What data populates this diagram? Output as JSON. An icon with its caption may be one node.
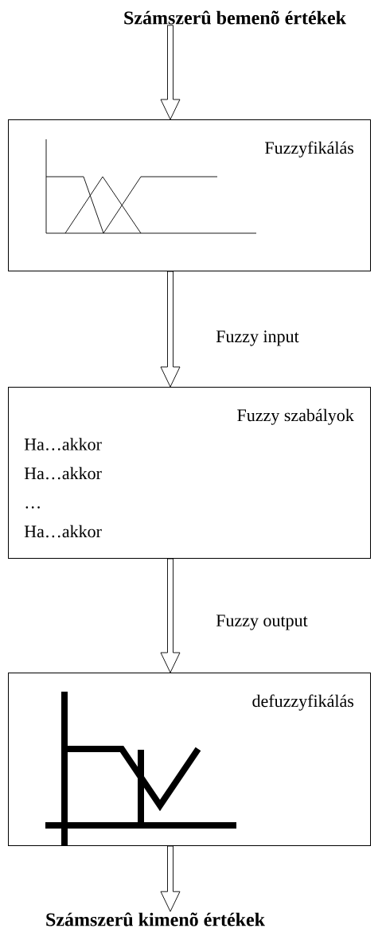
{
  "diagram": {
    "nodes": [
      {
        "text": [
          "Számszerû bemenõ értékek"
        ]
      },
      {
        "text": [
          "Fuzzyfikálás"
        ]
      },
      {
        "text": [
          "Fuzzy szabályok",
          "Ha…akkor",
          "Ha…akkor",
          "…",
          "Ha…akkor"
        ]
      },
      {
        "text": [
          "defuzzyfikálás"
        ]
      },
      {
        "text": [
          "Számszerû kimenõ értékek"
        ]
      }
    ],
    "edges": [
      {
        "from": 0,
        "to": 1,
        "arrow": "to"
      },
      {
        "from": 1,
        "to": 2,
        "arrow": "to",
        "label": "Fuzzy input"
      },
      {
        "from": 2,
        "to": 3,
        "arrow": "to",
        "label": "Fuzzy output"
      },
      {
        "from": 3,
        "to": 4,
        "arrow": "to"
      }
    ]
  }
}
